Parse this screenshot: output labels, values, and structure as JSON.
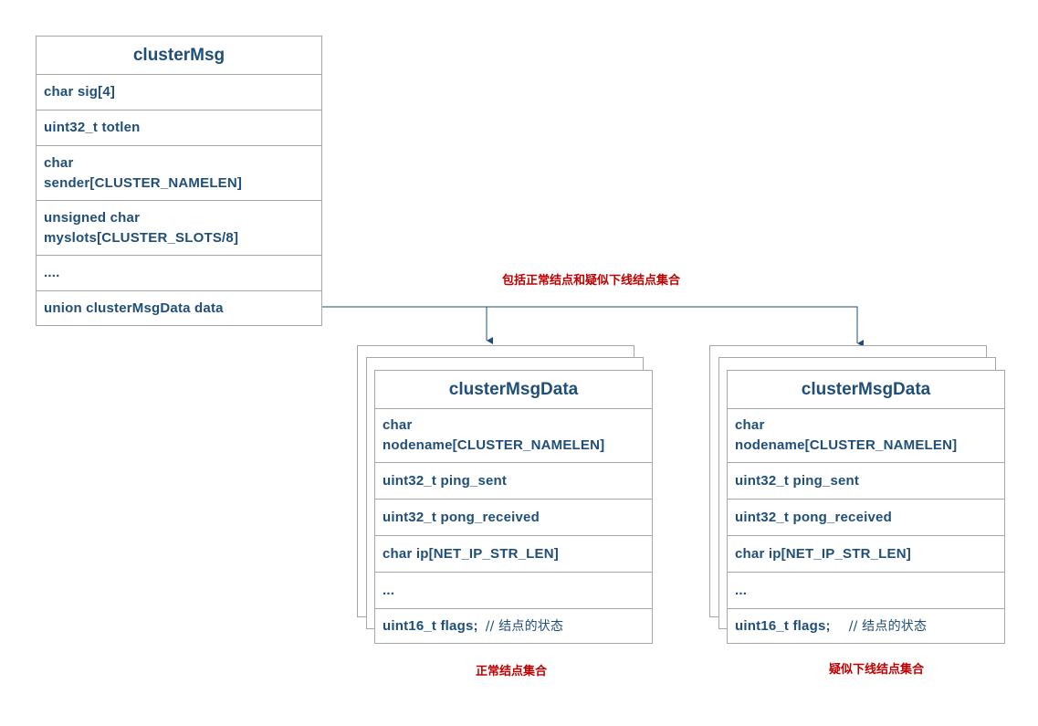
{
  "cluster_msg": {
    "title": "clusterMsg",
    "fields": [
      "char sig[4]",
      "uint32_t totlen",
      "char\nsender[CLUSTER_NAMELEN]",
      "unsigned char\nmyslots[CLUSTER_SLOTS/8]",
      "....",
      "union clusterMsgData data"
    ]
  },
  "connector_label": "包括正常结点和疑似下线结点集合",
  "data_left": {
    "title": "clusterMsgData",
    "fields": [
      "char\nnodename[CLUSTER_NAMELEN]",
      "uint32_t ping_sent",
      "uint32_t pong_received",
      "char ip[NET_IP_STR_LEN]",
      "..."
    ],
    "flags_field": "uint16_t flags;",
    "flags_comment": "// 结点的状态",
    "caption": "正常结点集合"
  },
  "data_right": {
    "title": "clusterMsgData",
    "fields": [
      "char\nnodename[CLUSTER_NAMELEN]",
      "uint32_t ping_sent",
      "uint32_t pong_received",
      "char ip[NET_IP_STR_LEN]",
      "..."
    ],
    "flags_field": "uint16_t flags;",
    "flags_comment": "// 结点的状态",
    "caption": "疑似下线结点集合"
  },
  "colors": {
    "field_text": "#1f4e79",
    "label_text": "#c00000",
    "border": "#a6a6a6",
    "arrow": "#1f4e79"
  }
}
